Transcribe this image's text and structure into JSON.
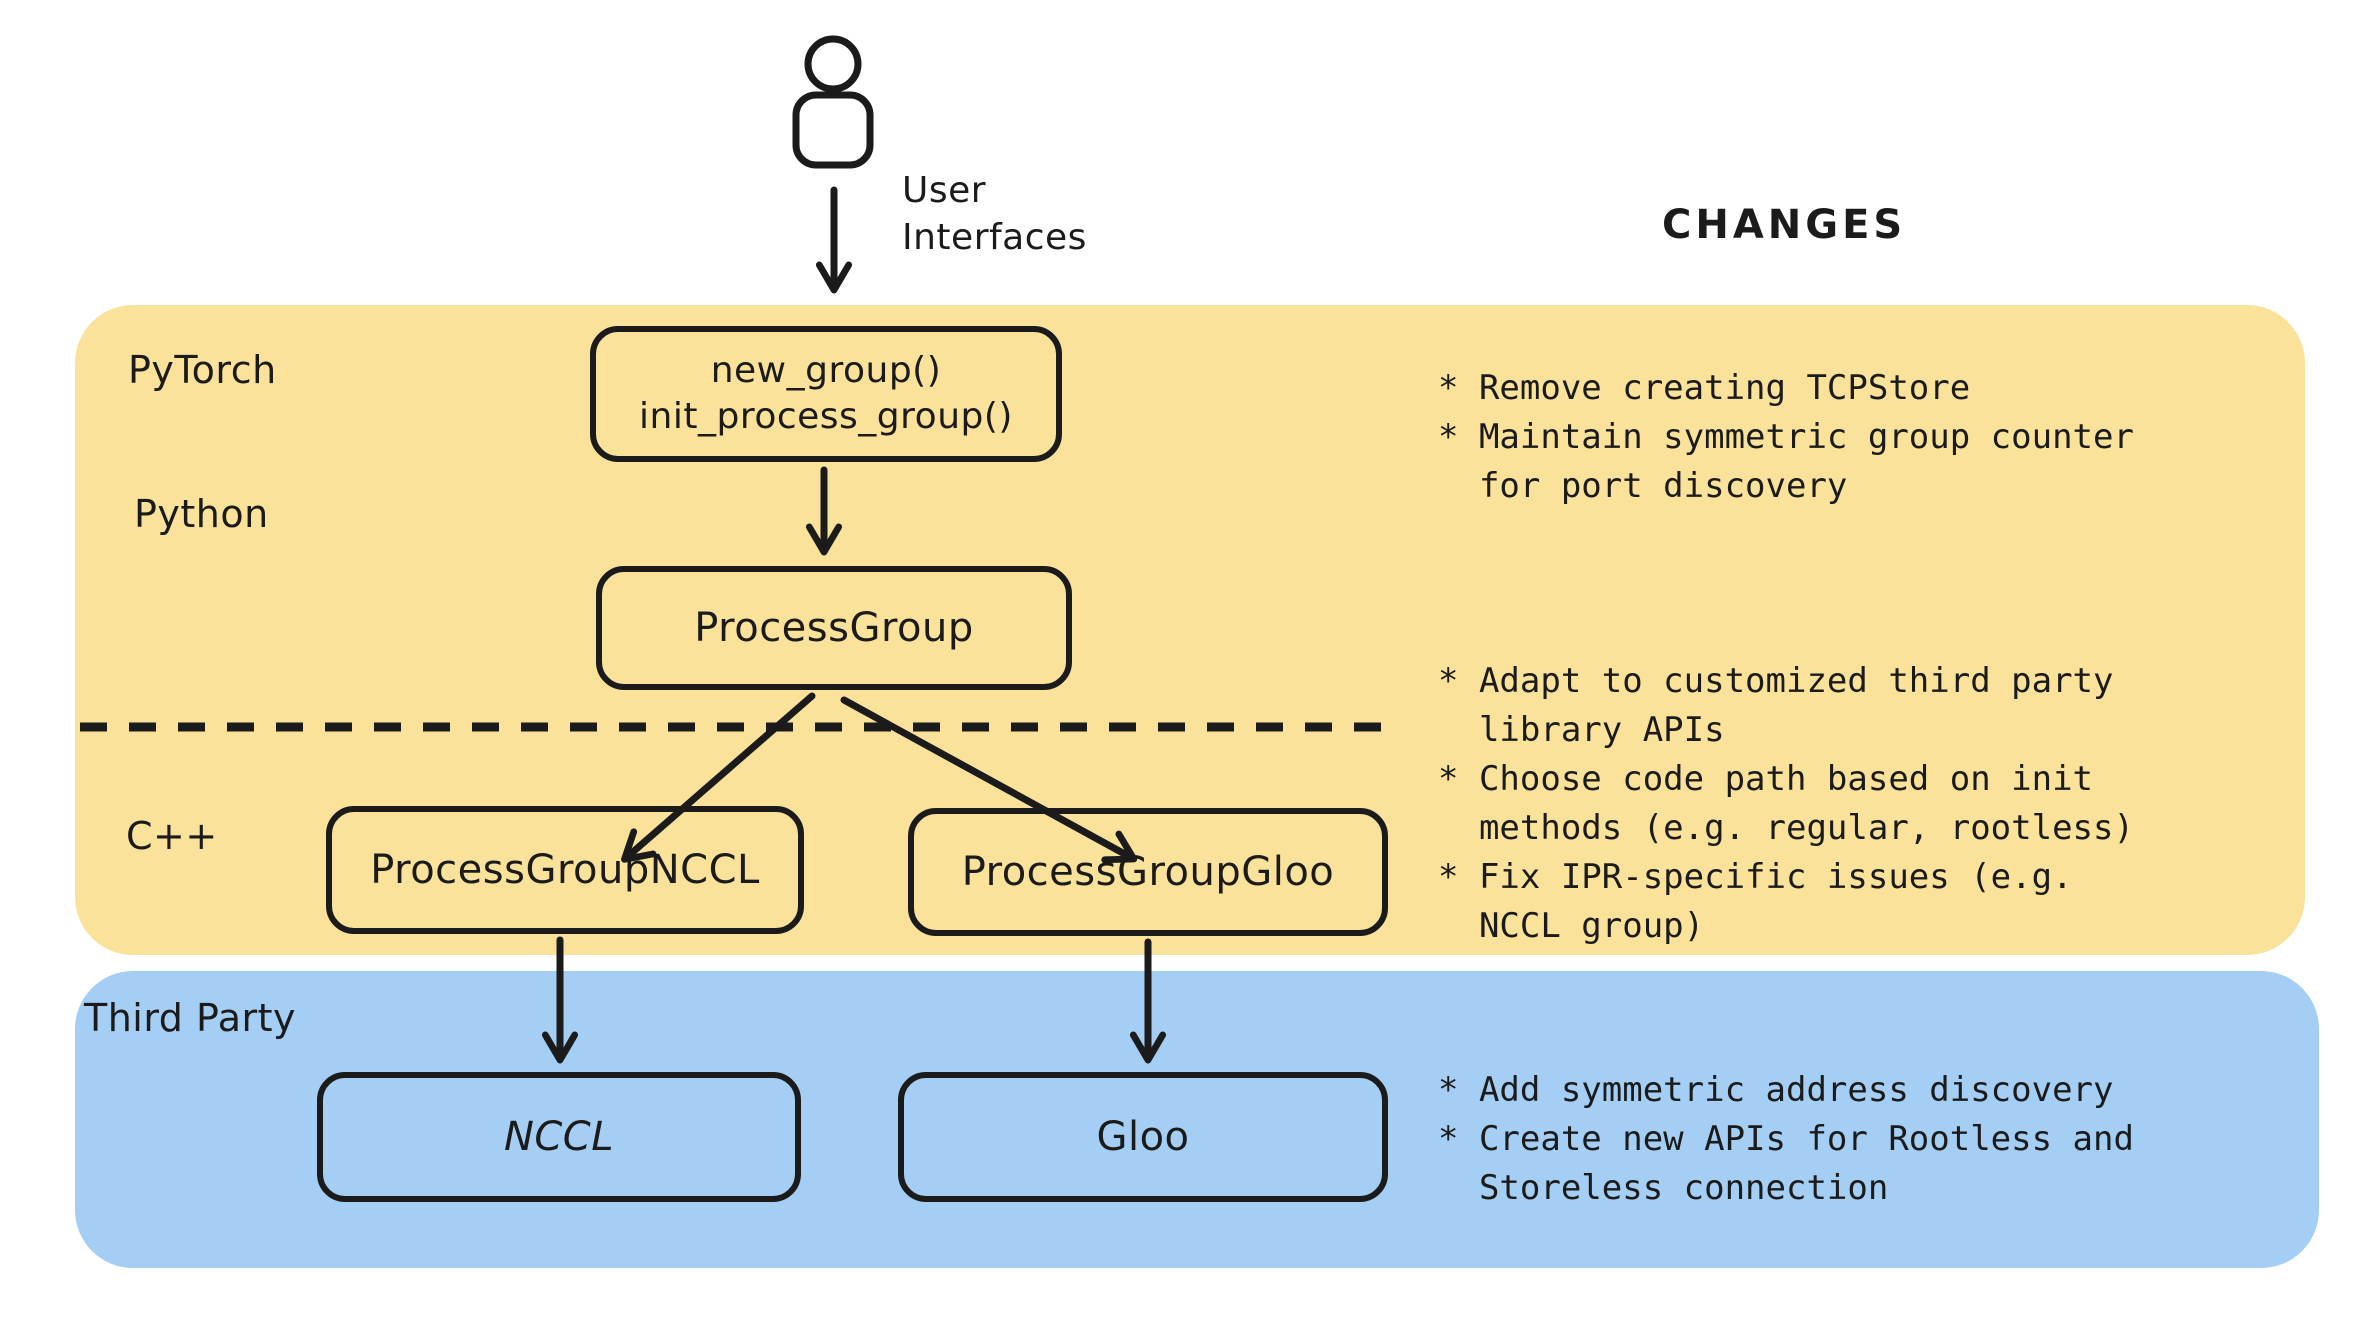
{
  "colors": {
    "yellow_region": "#FAE29B",
    "blue_region": "#A4CEF4",
    "ink": "#1B1B1B",
    "background": "#FFFFFF"
  },
  "annotations": {
    "user_label_line1": "User",
    "user_label_line2": "Interfaces",
    "changes_title": "CHANGES",
    "person_icon": "person-icon"
  },
  "layers": {
    "pytorch": "PyTorch",
    "python": "Python",
    "cpp": "C++",
    "third_party": "Third Party"
  },
  "nodes": {
    "user_api": {
      "line1": "new_group()",
      "line2": "init_process_group()"
    },
    "process_group": "ProcessGroup",
    "process_group_nccl": "ProcessGroupNCCL",
    "process_group_gloo": "ProcessGroupGloo",
    "nccl": "NCCL",
    "gloo": "Gloo"
  },
  "changes": {
    "pytorch_python": [
      "Remove creating TCPStore",
      "Maintain symmetric group counter for port discovery"
    ],
    "cpp": [
      "Adapt to customized third party library APIs",
      "Choose code path based on init methods (e.g. regular, rootless)",
      "Fix IPR-specific issues (e.g. NCCL group)"
    ],
    "third_party": [
      "Add symmetric address discovery",
      "Create new APIs for Rootless and Storeless connection"
    ]
  }
}
